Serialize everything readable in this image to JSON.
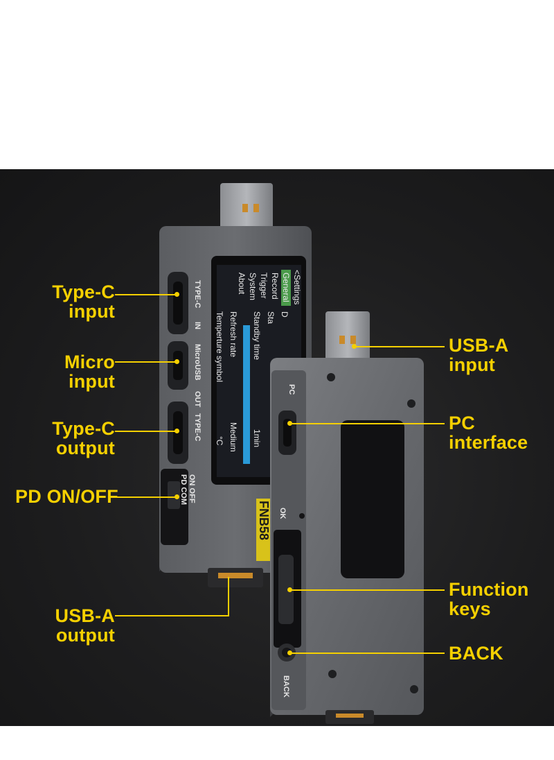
{
  "labels": {
    "type_c_input": [
      "Type-C",
      "input"
    ],
    "micro_input": [
      "Micro",
      "input"
    ],
    "type_c_output": [
      "Type-C",
      "output"
    ],
    "pd_on_off": "PD ON/OFF",
    "usb_a_output": [
      "USB-A",
      "output"
    ],
    "usb_a_input": [
      "USB-A",
      "input"
    ],
    "pc_interface": [
      "PC",
      "interface"
    ],
    "function_keys": [
      "Function",
      "keys"
    ],
    "back": "BACK"
  },
  "device_text": {
    "port_type_c": "TYPE-C",
    "port_in": "IN",
    "port_microusb": "MicroUSB",
    "port_out": "OUT",
    "port_type_c_2": "TYPE-C",
    "pd_switch": "ON OFF",
    "pd_com": "PD COM",
    "brand": "FNB58",
    "pc_port": "PC",
    "ok_key": "OK",
    "back_key": "BACK"
  },
  "screen": {
    "menu": [
      "<Settings",
      "General",
      "Record",
      "Trigger",
      "System",
      "About"
    ],
    "settings": [
      {
        "name": "Standby time",
        "value": "1min"
      },
      {
        "name": "Refresh rate",
        "value": "Medium"
      },
      {
        "name": "Temperture symbol",
        "value": "°C"
      }
    ],
    "partial_rows": [
      "D",
      "Sta"
    ]
  },
  "colors": {
    "label": "#f5d000",
    "background": "#1d1d1e",
    "device_body": "#4a4c50",
    "screen_green": "#4a9a4a",
    "screen_blue": "#2a9ad8"
  }
}
